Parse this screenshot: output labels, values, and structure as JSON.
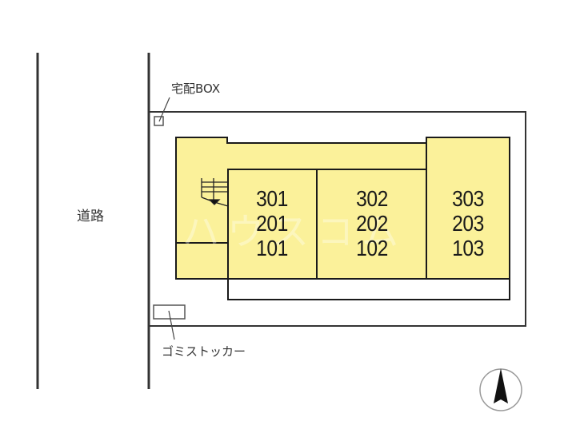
{
  "road": {
    "label": "道路"
  },
  "labels": {
    "delivery_box": "宅配BOX",
    "garbage_stocker": "ゴミストッカー"
  },
  "units": [
    {
      "column": 1,
      "rooms": [
        "301",
        "201",
        "101"
      ]
    },
    {
      "column": 2,
      "rooms": [
        "302",
        "202",
        "102"
      ]
    },
    {
      "column": 3,
      "rooms": [
        "303",
        "203",
        "103"
      ]
    }
  ],
  "watermark": "ハウスコム",
  "compass": {
    "direction": "N",
    "icon": "north-arrow-icon"
  },
  "colors": {
    "building_fill": "#FBF19A",
    "line": "#1a1a1a",
    "boundary": "#333333"
  }
}
